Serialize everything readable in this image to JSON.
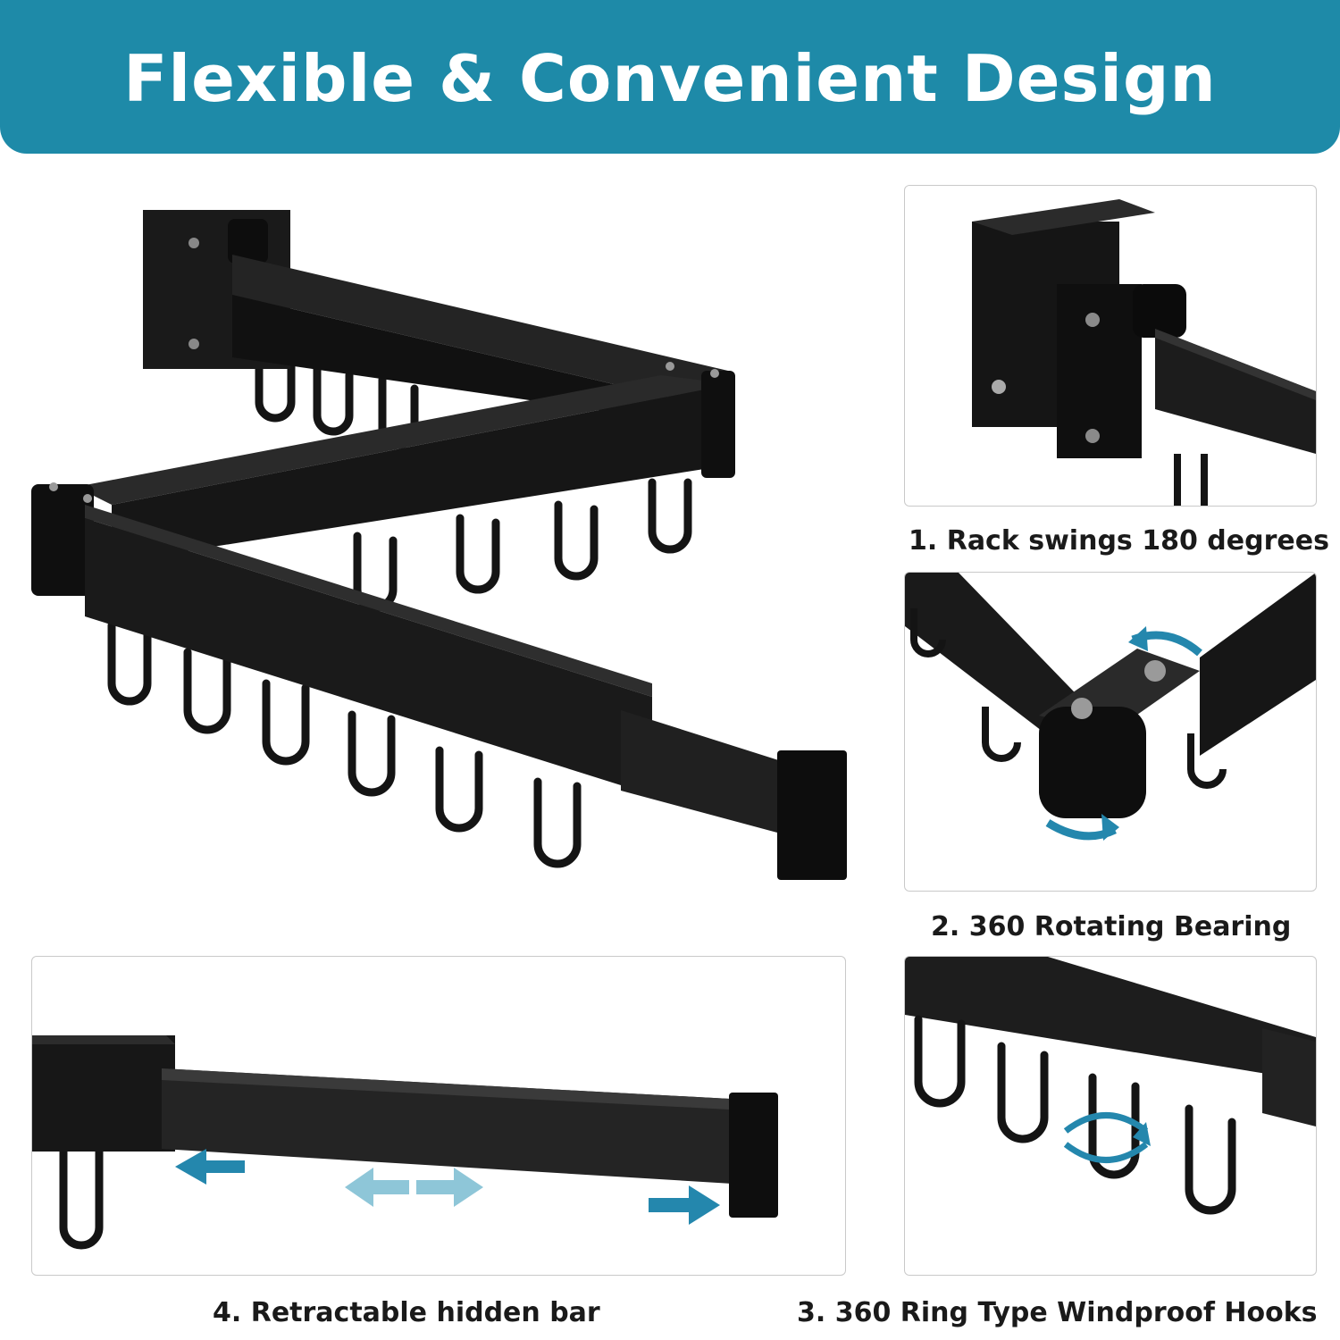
{
  "header": {
    "title": "Flexible & Convenient Design"
  },
  "colors": {
    "banner": "#1e8aa8",
    "rack": "#141414",
    "arrow": "#2487ad",
    "arrow_light": "#8ec6d8"
  },
  "features": [
    {
      "caption": "1. Rack swings 180 degrees"
    },
    {
      "caption": "2. 360 Rotating Bearing"
    },
    {
      "caption": "3. 360 Ring Type Windproof Hooks"
    },
    {
      "caption": "4. Retractable hidden bar"
    }
  ]
}
